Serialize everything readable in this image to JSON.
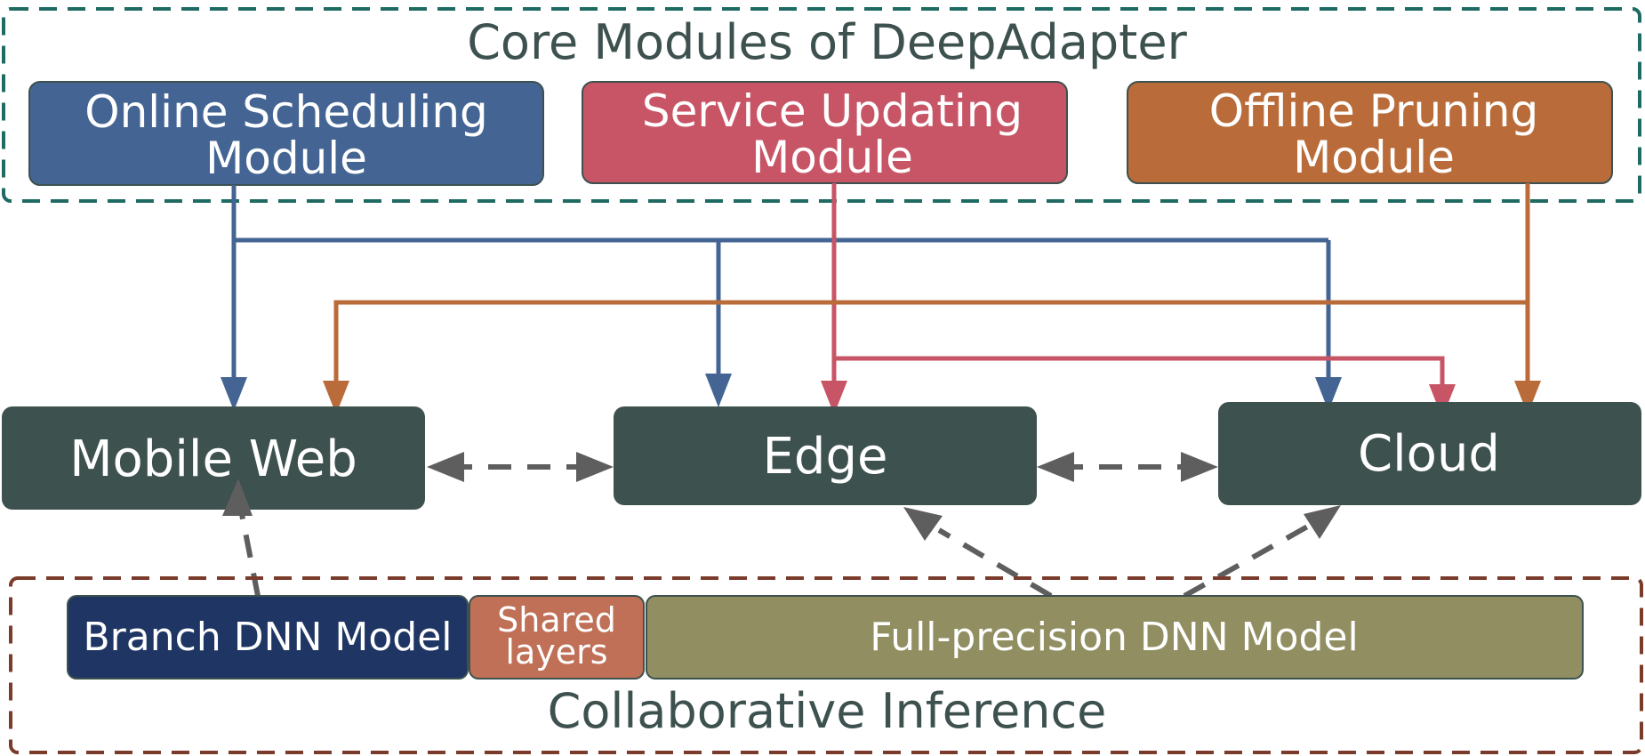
{
  "colors": {
    "teal_border": "#1f6b63",
    "brown_border": "#7a3b2a",
    "scheduling": "#446593",
    "updating": "#c75566",
    "pruning": "#b96c3a",
    "node": "#3d514f",
    "branch": "#1f3665",
    "shared": "#bf7056",
    "fullprec": "#918f61",
    "dashed_arrow": "#5e5e5e",
    "heading_text": "#3d514f"
  },
  "core": {
    "title": "Core Modules of DeepAdapter",
    "modules": [
      {
        "id": "scheduling",
        "line1": "Online Scheduling",
        "line2": "Module"
      },
      {
        "id": "updating",
        "line1": "Service Updating",
        "line2": "Module"
      },
      {
        "id": "pruning",
        "line1": "Offline Pruning",
        "line2": "Module"
      }
    ]
  },
  "nodes": {
    "mobile": "Mobile Web",
    "edge": "Edge",
    "cloud": "Cloud"
  },
  "inference": {
    "title": "Collaborative Inference",
    "branch": "Branch DNN Model",
    "shared_line1": "Shared",
    "shared_line2": "layers",
    "full": "Full-precision DNN Model"
  }
}
